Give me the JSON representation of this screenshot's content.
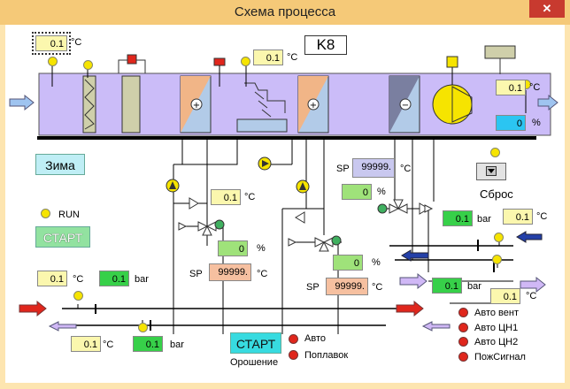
{
  "window": {
    "title": "Схема процесса",
    "close_glyph": "✕"
  },
  "unit_id": "K8",
  "temperature_unit": "°C",
  "pressure_unit": "bar",
  "percent_unit": "%",
  "sp_label": "SP",
  "default_reading": "0.1",
  "setpoint_reading": "99999.",
  "valve_position": "0",
  "duct_fan": {
    "readout": "0",
    "unit": "%"
  },
  "buttons": {
    "mode": "Зима",
    "start_main": "СТАРТ",
    "start_irrigation": "СТАРТ",
    "reset": "Сброс"
  },
  "run_indicator": "RUN",
  "irrigation": {
    "label": "Орошение",
    "auto": "Авто",
    "float": "Поплавок"
  },
  "alarms": [
    "Авто вент",
    "Авто ЦН1",
    "Авто ЦН2",
    "ПожСигнал"
  ],
  "icons": [
    "close-icon",
    "arrow-right-icon",
    "arrow-left-icon",
    "filter-icon",
    "heater-coil-icon",
    "fan-icon",
    "pump-icon",
    "valve-icon",
    "dropdown-arrow-icon",
    "indicator-lamp-icon"
  ],
  "colors": {
    "duct": "#cbbcf8",
    "supply_arrow": "#e0261c",
    "return_arrow": "#2440a8",
    "lamp_red": "#e0261c",
    "lamp_yellow": "#f6e400"
  }
}
